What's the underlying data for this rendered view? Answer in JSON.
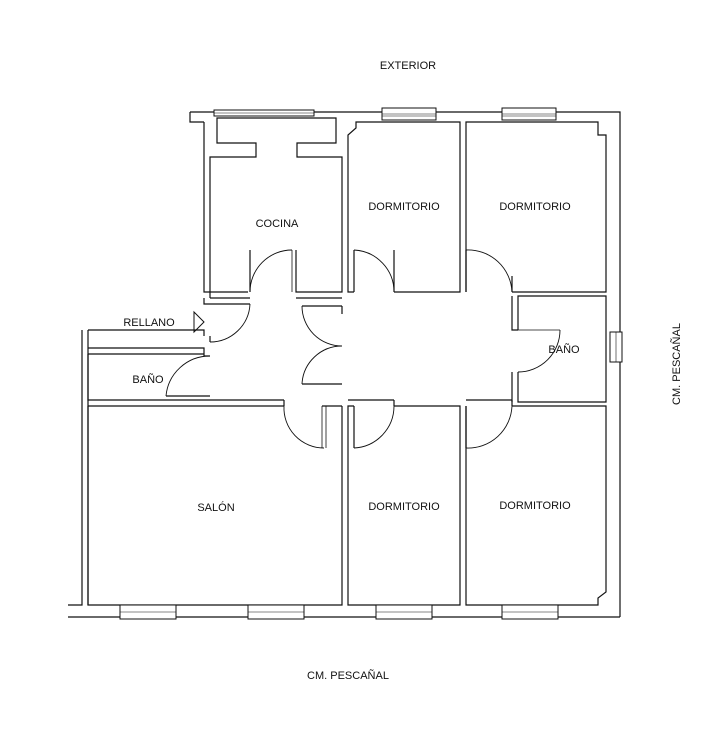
{
  "labels": {
    "exterior": "EXTERIOR",
    "street_bottom": "CM. PESCAÑAL",
    "street_right": "CM. PESCAÑAL",
    "cocina": "COCINA",
    "dormitorio_top_center": "DORMITORIO",
    "dormitorio_top_right": "DORMITORIO",
    "rellano": "RELLANO",
    "bano_left": "BAÑO",
    "bano_right": "BAÑO",
    "salon": "SALÓN",
    "dormitorio_bottom_center": "DORMITORIO",
    "dormitorio_bottom_right": "DORMITORIO"
  },
  "colors": {
    "line": "#111111",
    "background": "#ffffff"
  }
}
